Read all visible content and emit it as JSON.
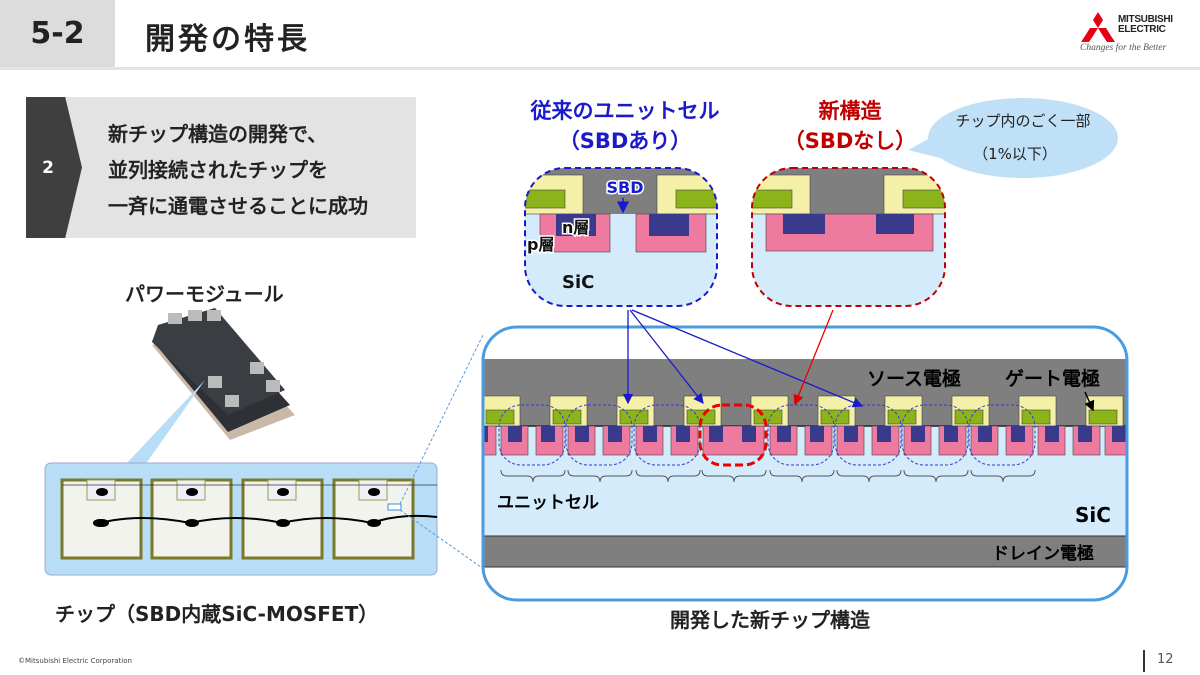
{
  "header": {
    "section_number": "5-2",
    "title": "開発の特長"
  },
  "logo": {
    "brand_line1": "MITSUBISHI",
    "brand_line2": "ELECTRIC",
    "tagline": "Changes for the Better"
  },
  "callout": {
    "number": "2",
    "lines": [
      "新チップ構造の開発で、",
      "並列接続されたチップを",
      "一斉に通電させることに成功"
    ]
  },
  "left": {
    "module_label": "パワーモジュール",
    "chip_caption": "チップ（SBD内蔵SiC-MOSFET）"
  },
  "conventional": {
    "title_line1": "従来のユニットセル",
    "title_line2": "（SBDあり）",
    "sbd": "SBD",
    "n_layer": "n層",
    "p_layer": "p層",
    "sic": "SiC",
    "color": "#1a1acc"
  },
  "new_structure": {
    "title_line1": "新構造",
    "title_line2": "（SBDなし）",
    "color": "#c00000"
  },
  "bubble": {
    "line1": "チップ内のごく一部",
    "line2": "（1%以下）"
  },
  "structure": {
    "source_electrode": "ソース電極",
    "gate_electrode": "ゲート電極",
    "unit_cell": "ユニットセル",
    "sic": "SiC",
    "drain_electrode": "ドレイン電極",
    "caption": "開発した新チップ構造"
  },
  "footer": {
    "copyright": "©Mitsubishi Electric Corporation",
    "page": "12"
  }
}
